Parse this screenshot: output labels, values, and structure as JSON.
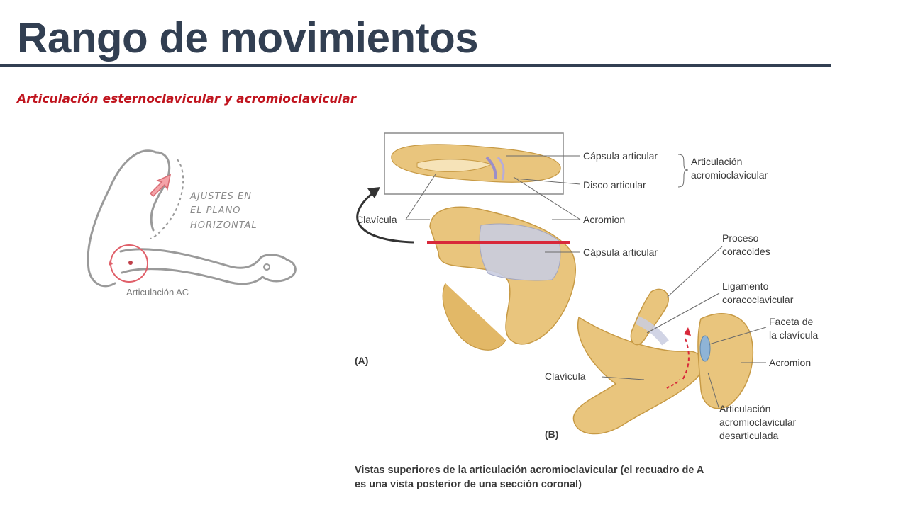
{
  "slide": {
    "title": "Rango de movimientos",
    "subtitle": "Articulación esternoclavicular y acromioclavicular"
  },
  "left_figure": {
    "annotation_lines": [
      "AJUSTES EN",
      "EL PLANO",
      "HORIZONTAL"
    ],
    "joint_label": "Articulación AC",
    "highlight_color": "#e0606a",
    "arrow_color": "#f4a3a8"
  },
  "right_figure": {
    "labels": {
      "capsula_articular_top": "Cápsula articular",
      "disco_articular": "Disco articular",
      "articulacion_ac_line1": "Articulación",
      "articulacion_ac_line2": "acromioclavicular",
      "clavicula_a": "Clavícula",
      "acromion_a": "Acromion",
      "capsula_articular_mid": "Cápsula articular",
      "proceso_line1": "Proceso",
      "proceso_line2": "coracoides",
      "ligamento_line1": "Ligamento",
      "ligamento_line2": "coracoclavicular",
      "faceta_line1": "Faceta de",
      "faceta_line2": "la clavícula",
      "acromion_b": "Acromion",
      "clavicula_b": "Clavícula",
      "desart_line1": "Articulación",
      "desart_line2": "acromioclavicular",
      "desart_line3": "desarticulada"
    },
    "panel_a": "(A)",
    "panel_b": "(B)",
    "caption_line1": "Vistas superiores de la articulación acromioclavicular (el recuadro de A",
    "caption_line2": "es una vista posterior de una sección coronal)",
    "bone_color": "#e9c57d",
    "section_line_color": "#d8283a"
  }
}
